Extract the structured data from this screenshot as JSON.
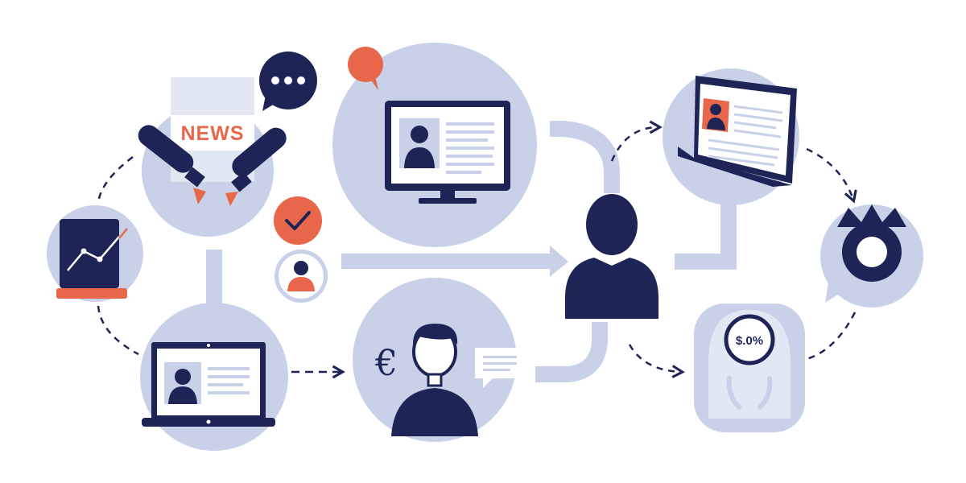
{
  "texts": {
    "news_label": "NEWS",
    "currency_symbol": "€",
    "percent_badge": "$.0%"
  },
  "colors": {
    "navy": "#1e2556",
    "light_blue": "#c9d1e8",
    "pale_blue": "#e2e7f4",
    "orange": "#e8664a",
    "white": "#ffffff"
  },
  "nodes": [
    {
      "name": "news-press-node",
      "icons": [
        "newspaper-icon",
        "microphone-icon",
        "chat-bubble-icon"
      ]
    },
    {
      "name": "analytics-node",
      "icons": [
        "line-chart-icon"
      ]
    },
    {
      "name": "tablet-profile-node",
      "icons": [
        "tablet-icon",
        "profile-card-icon"
      ]
    },
    {
      "name": "monitor-profile-node",
      "icons": [
        "monitor-icon",
        "profile-card-icon"
      ]
    },
    {
      "name": "verified-user-node",
      "icons": [
        "checkmark-icon",
        "user-avatar-icon"
      ]
    },
    {
      "name": "currency-user-node",
      "icons": [
        "euro-icon",
        "user-icon",
        "message-icon"
      ]
    },
    {
      "name": "central-user-node",
      "icons": [
        "user-icon"
      ]
    },
    {
      "name": "laptop-profile-node",
      "icons": [
        "laptop-icon",
        "profile-card-icon"
      ]
    },
    {
      "name": "ring-node",
      "icons": [
        "gear-ring-icon"
      ]
    },
    {
      "name": "financial-badge-node",
      "icons": [
        "percentage-badge-icon"
      ]
    }
  ]
}
